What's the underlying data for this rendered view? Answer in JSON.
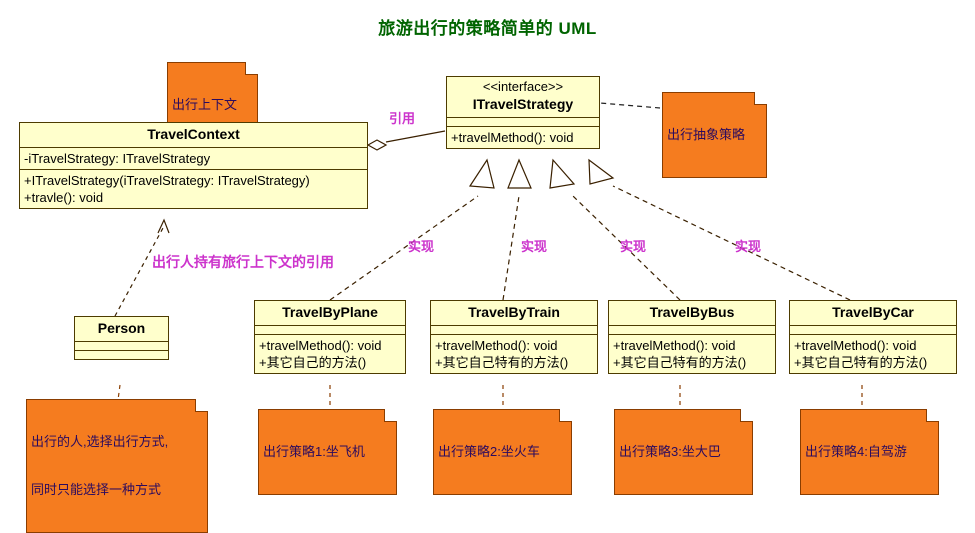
{
  "diagram": {
    "title": "旅游出行的策略简单的 UML",
    "title_color": "#006400",
    "class_fill": "#ffffcc",
    "note_fill": "#f57c1f",
    "label_color": "#cc33cc"
  },
  "classes": {
    "travel_context": {
      "name": "TravelContext",
      "attributes": [
        "-iTravelStrategy: ITravelStrategy"
      ],
      "operations": [
        "+ITravelStrategy(iTravelStrategy: ITravelStrategy)",
        "+travle(): void"
      ]
    },
    "itravel_strategy": {
      "stereotype": "<<interface>>",
      "name": "ITravelStrategy",
      "operations": [
        "+travelMethod(): void"
      ]
    },
    "person": {
      "name": "Person"
    },
    "travel_by_plane": {
      "name": "TravelByPlane",
      "operations": [
        "+travelMethod(): void",
        "+其它自己的方法()"
      ]
    },
    "travel_by_train": {
      "name": "TravelByTrain",
      "operations": [
        "+travelMethod(): void",
        "+其它自己特有的方法()"
      ]
    },
    "travel_by_bus": {
      "name": "TravelByBus",
      "operations": [
        "+travelMethod(): void",
        "+其它自己特有的方法()"
      ]
    },
    "travel_by_car": {
      "name": "TravelByCar",
      "operations": [
        "+travelMethod(): void",
        "+其它自己特有的方法()"
      ]
    }
  },
  "notes": {
    "context_note": "出行上下文",
    "strategy_note": "出行抽象策略",
    "person_note_line1": "出行的人,选择出行方式,",
    "person_note_line2": "同时只能选择一种方式",
    "plane_note": "出行策略1:坐飞机",
    "train_note": "出行策略2:坐火车",
    "bus_note": "出行策略3:坐大巴",
    "car_note": "出行策略4:自驾游"
  },
  "edge_labels": {
    "reference": "引用",
    "person_holds_context": "出行人持有旅行上下文的引用",
    "realize_1": "实现",
    "realize_2": "实现",
    "realize_3": "实现",
    "realize_4": "实现"
  }
}
